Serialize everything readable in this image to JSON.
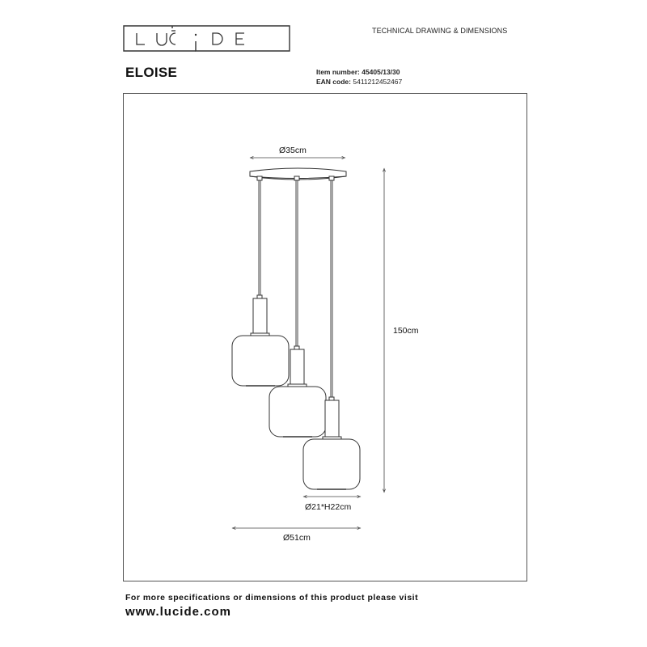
{
  "header": {
    "logo_text": "LUCIDE",
    "logo_letters": [
      "L",
      "U",
      "C",
      "i",
      "D",
      "E"
    ],
    "document_type": "TECHNICAL DRAWING & DIMENSIONS"
  },
  "product": {
    "name": "ELOISE",
    "item_number_label": "Item number:",
    "item_number": "45405/13/30",
    "ean_label": "EAN code:",
    "ean": "5411212452467"
  },
  "drawing": {
    "subject": "3-light pendant lamp on round canopy",
    "pendant_count": 3,
    "line_color": "#333333",
    "dimensions": {
      "canopy_diameter": "Ø35cm",
      "total_height": "150cm",
      "shade_size": "Ø21*H22cm",
      "total_diameter": "Ø51cm"
    }
  },
  "footer": {
    "info_text": "For more specifications or dimensions of this product please visit",
    "website": "www.lucide.com"
  }
}
